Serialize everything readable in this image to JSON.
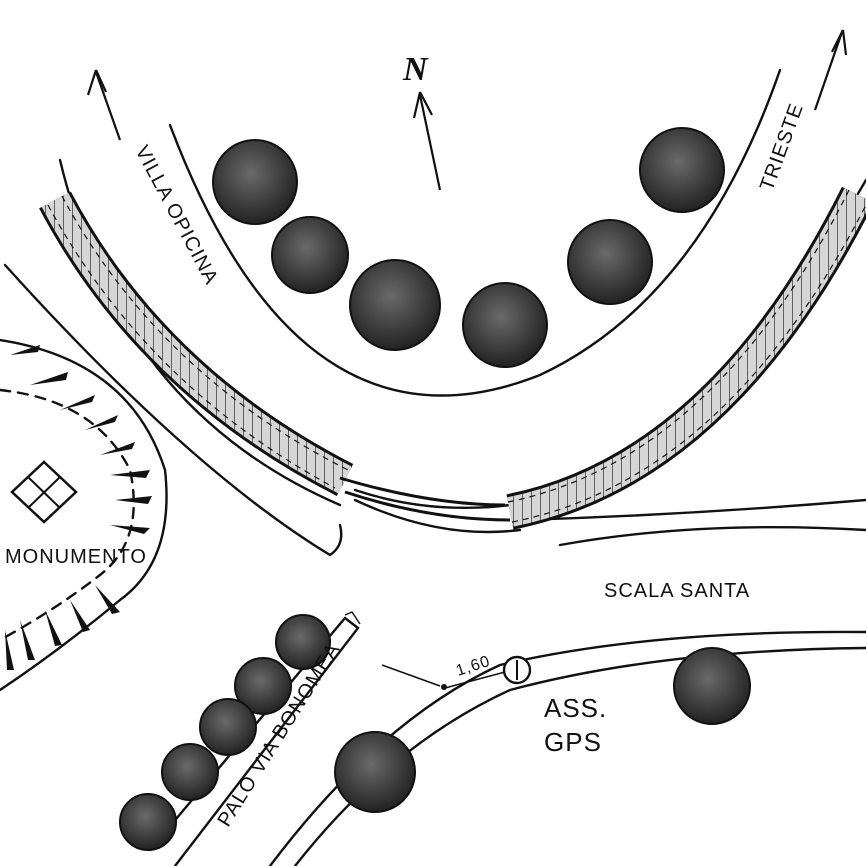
{
  "colors": {
    "ink": "#111111",
    "paper": "#ffffff",
    "track_fill": "#d6d6d6",
    "tree_fill": "#3a3a3a"
  },
  "labels": {
    "north": "N",
    "villa_opicina": "VILLA OPICINA",
    "trieste": "TRIESTE",
    "monumento": "MONUMENTO",
    "scala_santa": "SCALA SANTA",
    "palo_via_bonomea": "PALO VIA BONOMEA",
    "distance": "1,60",
    "ass": "ASS.",
    "gps": "GPS"
  },
  "icons": {
    "north_arrow": "north-arrow-icon",
    "monument": "monument-cross-square-icon",
    "gps_point": "gps-circle-icon",
    "direction": "direction-arrow-icon",
    "tree": "tree-icon"
  }
}
